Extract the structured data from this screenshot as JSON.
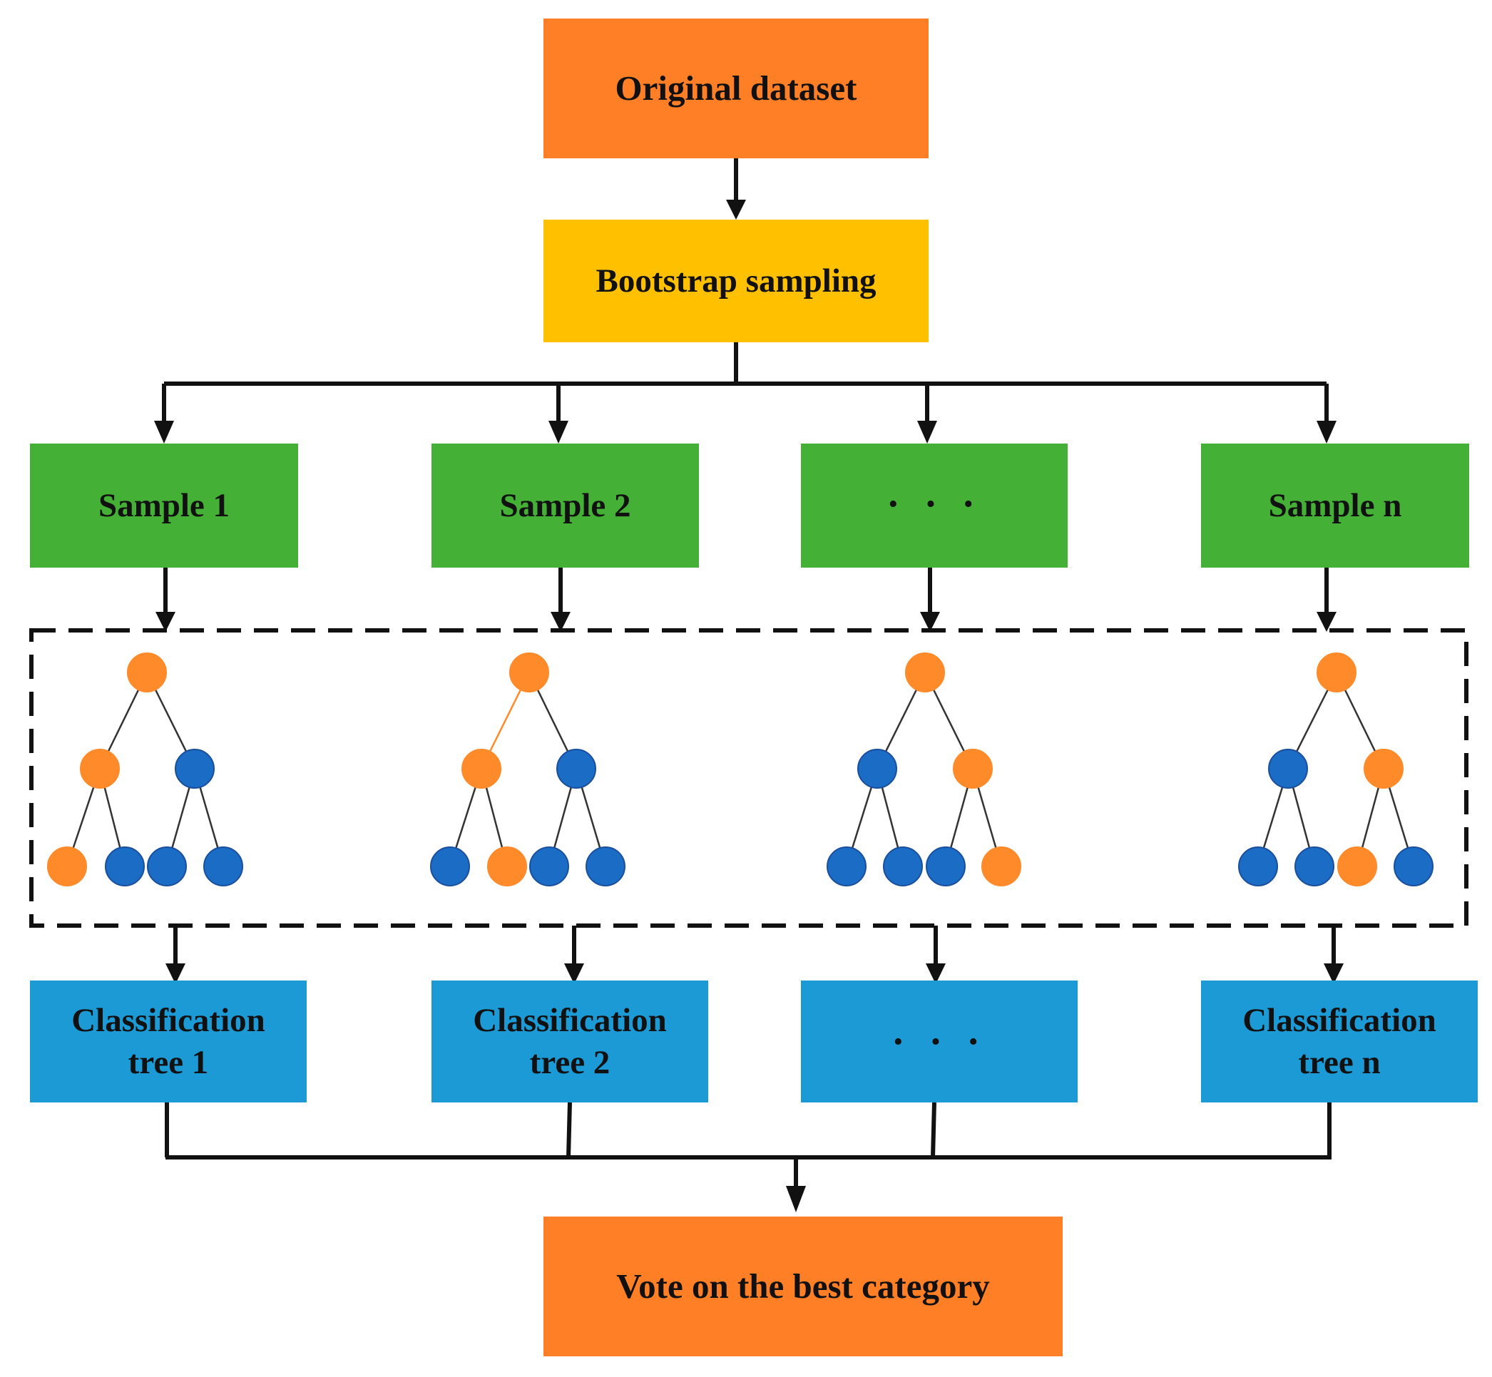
{
  "nodes": {
    "original": "Original dataset",
    "bootstrap": "Bootstrap sampling",
    "samples": [
      "Sample 1",
      "Sample 2",
      "· · ·",
      "Sample n"
    ],
    "classifiers": [
      "Classification\ntree 1",
      "Classification\ntree 2",
      "· · ·",
      "Classification\ntree n"
    ],
    "vote": "Vote on the best category"
  },
  "trees": [
    {
      "root": "orange",
      "level2": [
        "orange",
        "blue"
      ],
      "leaves": [
        "orange",
        "blue",
        "blue",
        "blue"
      ]
    },
    {
      "root": "orange",
      "level2": [
        "orange",
        "blue"
      ],
      "leaves": [
        "blue",
        "orange",
        "blue",
        "blue"
      ]
    },
    {
      "root": "orange",
      "level2": [
        "blue",
        "orange"
      ],
      "leaves": [
        "blue",
        "blue",
        "blue",
        "orange"
      ]
    },
    {
      "root": "orange",
      "level2": [
        "blue",
        "orange"
      ],
      "leaves": [
        "blue",
        "blue",
        "orange",
        "blue"
      ]
    }
  ],
  "colors": {
    "orange_box": "#ff7f27",
    "yellow_box": "#ffc000",
    "green_box": "#44b035",
    "blue_box": "#1b9ad6",
    "node_orange": "#ff8a2a",
    "node_blue": "#1a6cc4",
    "node_blue_stroke": "#1a4f9e"
  }
}
